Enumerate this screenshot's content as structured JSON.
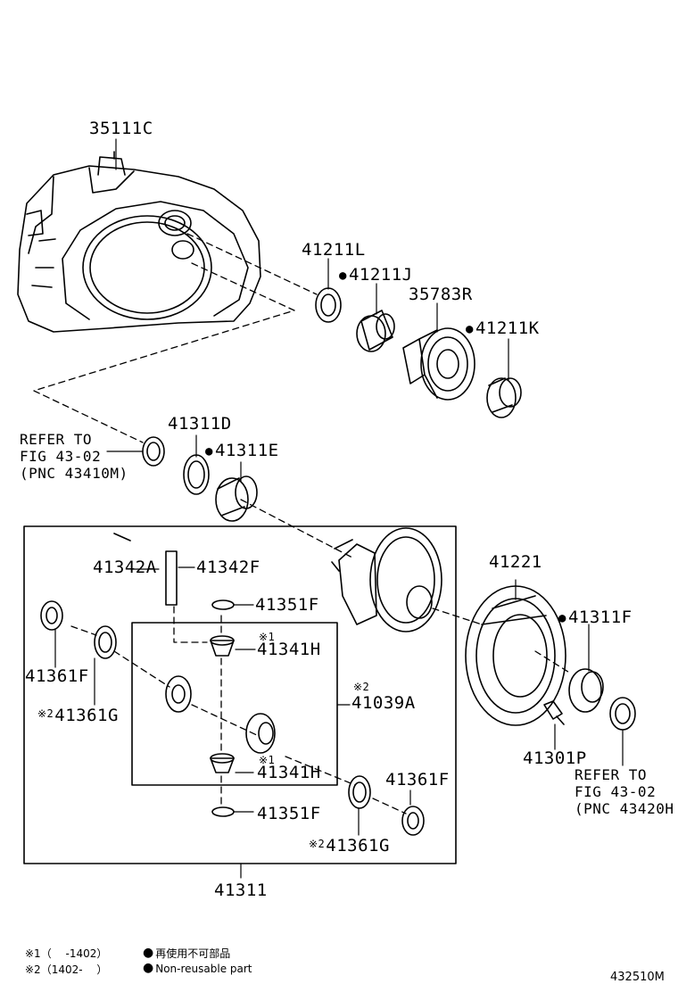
{
  "parts": {
    "p35111c": "35111C",
    "p41211l": "41211L",
    "p41211j": "41211J",
    "p35783r": "35783R",
    "p41211k": "41211K",
    "p41311d": "41311D",
    "p41311e": "41311E",
    "p41342a": "41342A",
    "p41342f": "41342F",
    "p41351f_top": "41351F",
    "p41341h_top": "41341H",
    "p41361f_left": "41361F",
    "p41361g_left": "41361G",
    "p41039a": "41039A",
    "p41341h_bottom": "41341H",
    "p41351f_bottom": "41351F",
    "p41361f_right": "41361F",
    "p41361g_right": "41361G",
    "p41311": "41311",
    "p41221": "41221",
    "p41311f": "41311F",
    "p41301p": "41301P"
  },
  "refs": {
    "left": [
      "REFER TO",
      "FIG 43-02",
      "(PNC 43410M)"
    ],
    "right": [
      "REFER TO",
      "FIG 43-02",
      "(PNC 43420H"
    ]
  },
  "marks": {
    "m1": "※1",
    "m2": "※2"
  },
  "legend": {
    "row1_mark": "※1（　 -1402）",
    "row1_text": "再使用不可部品",
    "row2_mark": "※2（1402-　 ）",
    "row2_text": "Non-reusable part"
  },
  "figure_id": "432510M"
}
